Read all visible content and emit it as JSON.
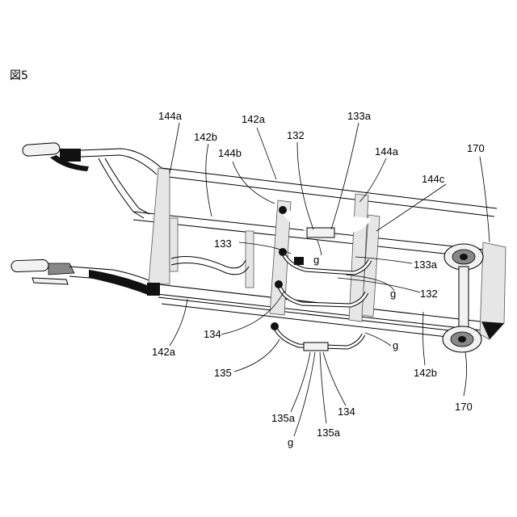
{
  "figure_label": "図5",
  "labels": {
    "l144a_top_left": "144a",
    "l142a_top": "142a",
    "l142b_top": "142b",
    "l144b": "144b",
    "l132_top": "132",
    "l133a_top": "133a",
    "l144a_top_right": "144a",
    "l170_top": "170",
    "l144c": "144c",
    "l133": "133",
    "l133a_mid": "133a",
    "g_top": "g",
    "g_mid": "g",
    "l132_mid": "132",
    "l134_left": "134",
    "l142a_bottom": "142a",
    "g_right": "g",
    "l135": "135",
    "l142b_bottom": "142b",
    "l135a_left": "135a",
    "l134_bottom": "134",
    "l170_bottom": "170",
    "g_bottom": "g",
    "l135a_bottom": "135a"
  }
}
